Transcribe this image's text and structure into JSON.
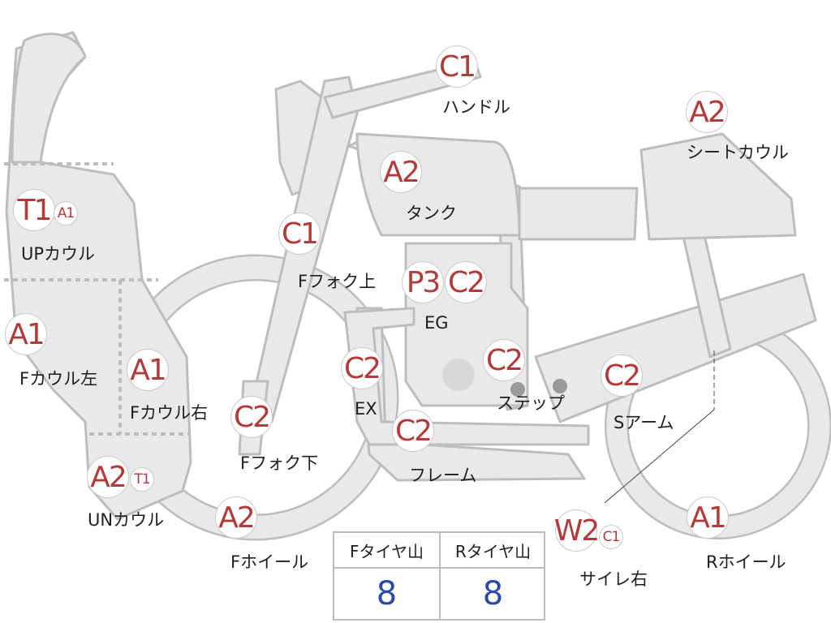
{
  "parts": [
    {
      "name": "handle",
      "label": "ハンドル",
      "grades": [
        "C1"
      ]
    },
    {
      "name": "seat-cowl",
      "label": "シートカウル",
      "grades": [
        "A2"
      ]
    },
    {
      "name": "tank",
      "label": "タンク",
      "grades": [
        "A2"
      ]
    },
    {
      "name": "up-cowl",
      "label": "UPカウル",
      "grades": [
        "T1",
        "A1"
      ]
    },
    {
      "name": "f-fork-upper",
      "label": "Fフォク上",
      "grades": [
        "C1"
      ]
    },
    {
      "name": "engine",
      "label": "EG",
      "grades": [
        "P3",
        "C2"
      ]
    },
    {
      "name": "f-cowl-left",
      "label": "Fカウル左",
      "grades": [
        "A1"
      ]
    },
    {
      "name": "f-cowl-right",
      "label": "Fカウル右",
      "grades": [
        "A1"
      ]
    },
    {
      "name": "exhaust",
      "label": "EX",
      "grades": [
        "C2"
      ]
    },
    {
      "name": "step",
      "label": "ステップ",
      "grades": [
        "C2"
      ]
    },
    {
      "name": "swing-arm",
      "label": "Sアーム",
      "grades": [
        "C2"
      ]
    },
    {
      "name": "f-fork-lower",
      "label": "Fフォク下",
      "grades": [
        "C2"
      ]
    },
    {
      "name": "frame",
      "label": "フレーム",
      "grades": [
        "C2"
      ]
    },
    {
      "name": "under-cowl",
      "label": "UNカウル",
      "grades": [
        "A2",
        "T1"
      ]
    },
    {
      "name": "f-wheel",
      "label": "Fホイール",
      "grades": [
        "A2"
      ]
    },
    {
      "name": "silencer-right",
      "label": "サイレ右",
      "grades": [
        "W2",
        "C1"
      ]
    },
    {
      "name": "r-wheel",
      "label": "Rホイール",
      "grades": [
        "A1"
      ]
    }
  ],
  "tire_table": {
    "headers": [
      "Fタイヤ山",
      "Rタイヤ山"
    ],
    "values": [
      "8",
      "8"
    ]
  },
  "colors": {
    "part_fill": "#e9e9e7",
    "part_stroke": "#bdbdbd",
    "grade_text": "#b33a3a",
    "tire_value": "#2b4aa8"
  }
}
